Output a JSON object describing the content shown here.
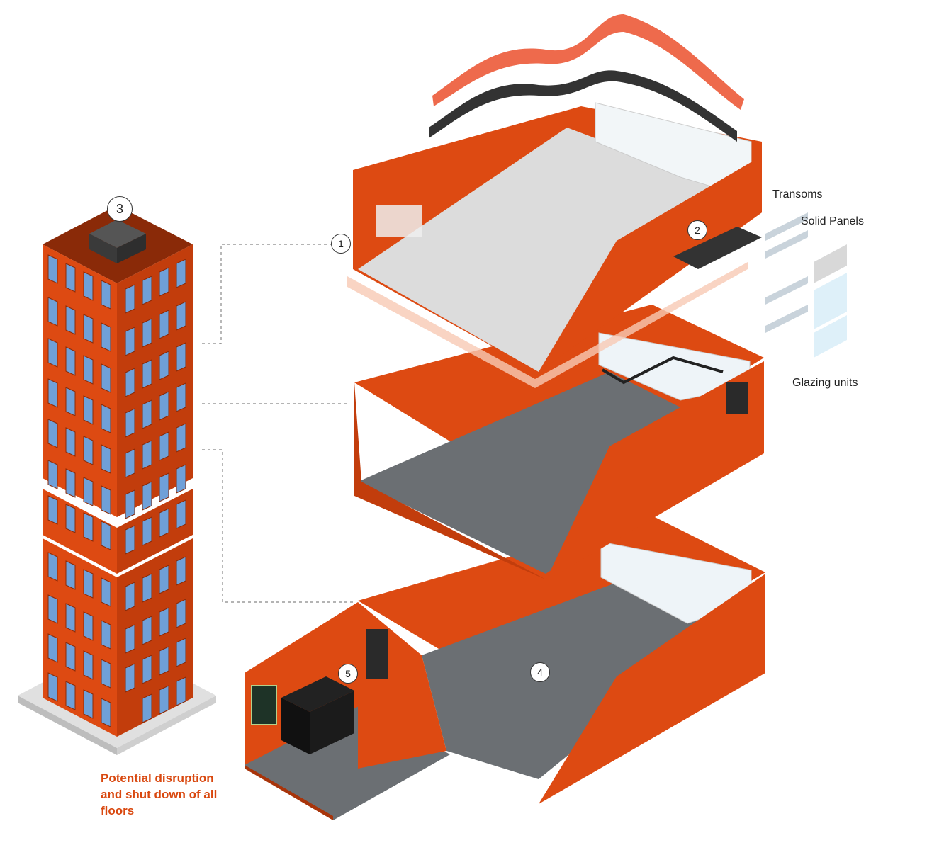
{
  "markers": {
    "m1": "1",
    "m2": "2",
    "m3": "3",
    "m4": "4",
    "m5": "5"
  },
  "facade_labels": {
    "transoms": "Transoms",
    "solid_panels": "Solid Panels",
    "glazing_units": "Glazing units"
  },
  "caption": "Potential disruption and shut down of all floors",
  "colors": {
    "brand_orange": "#dd4a12",
    "dark_orange": "#a8340a",
    "caption_orange": "#d9480f",
    "floor_grey": "#6b6f73",
    "light_floor": "#dcdcdc",
    "window_blue": "#6fa0d8",
    "roof_red": "#ee6a4c"
  }
}
